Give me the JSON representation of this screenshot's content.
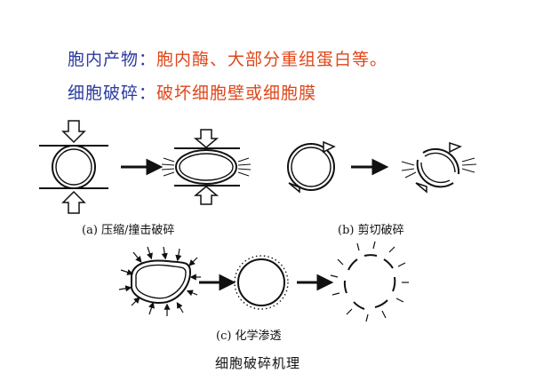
{
  "header": {
    "line1_label": "胞内产物：",
    "line1_value": "胞内酶、大部分重组蛋白等。",
    "line2_label": "细胞破碎：",
    "line2_value": "破坏细胞壁或细胞膜"
  },
  "captions": {
    "a": "(a) 压缩/撞击破碎",
    "b": "(b) 剪切破碎",
    "c": "(c) 化学渗透"
  },
  "figure_title": "细胞破碎机理",
  "colors": {
    "label": "#2a3a9e",
    "value": "#e0461a",
    "stroke": "#111111"
  }
}
